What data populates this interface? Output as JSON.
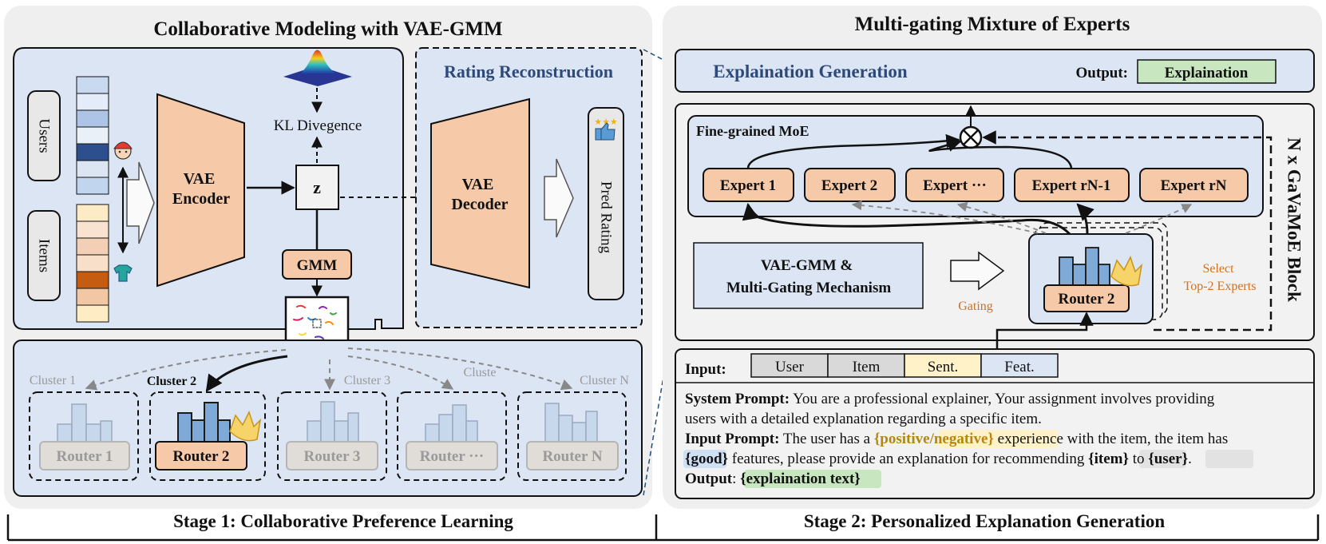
{
  "stage1": {
    "title": "Collaborative Modeling with VAE-GMM",
    "footer": "Stage 1: Collaborative Preference Learning",
    "inputs": {
      "users": "Users",
      "items": "Items"
    },
    "encoder": [
      "VAE",
      "Encoder"
    ],
    "decoder": [
      "VAE",
      "Decoder"
    ],
    "kl": "KL Divegence",
    "z": "z",
    "gmm": "GMM",
    "rating_title": "Rating Reconstruction",
    "pred_rating": "Pred Rating",
    "clusters": [
      {
        "label": "Cluster 1",
        "router": "Router 1",
        "active": false
      },
      {
        "label": "Cluster 2",
        "router": "Router 2",
        "active": true
      },
      {
        "label": "Cluster 3",
        "router": "Router 3",
        "active": false
      },
      {
        "label": "Cluste",
        "router": "Router ···",
        "active": false
      },
      {
        "label": "Cluster N",
        "router": "Router N",
        "active": false
      }
    ]
  },
  "stage2": {
    "title": "Multi-gating Mixture of Experts",
    "footer": "Stage 2: Personalized Explanation Generation",
    "explanation_generation": "Explaination Generation",
    "output_label": "Output:",
    "output_value": "Explaination",
    "block_label": "N x GaVaMoE Block",
    "moe_label": "Fine-grained MoE",
    "experts": [
      "Expert 1",
      "Expert 2",
      "Expert ···",
      "Expert rN-1",
      "Expert rN"
    ],
    "mechanism": [
      "VAE-GMM &",
      "Multi-Gating Mechanism"
    ],
    "gating": "Gating",
    "router": "Router 2",
    "select": [
      "Select",
      "Top-2 Experts"
    ],
    "input_label": "Input:",
    "input_fields": [
      "User",
      "Item",
      "Sent.",
      "Feat."
    ],
    "system_prompt_label": "System Prompt:",
    "system_prompt_line1": "You are a professional explainer, Your assignment involves providing",
    "system_prompt_line2": "users with a detailed explanation regarding a specific item.",
    "input_prompt_label": "Input Prompt:",
    "input_prompt_p1": "The user has a",
    "input_prompt_h1": "{positive/negative}",
    "input_prompt_p2": "experience with the item, the item has",
    "input_prompt_h2": "{good}",
    "input_prompt_p3": "features, please provide an explanation for recommending",
    "input_prompt_h3": "{item}",
    "input_prompt_p4": "to",
    "input_prompt_h4": "{user}",
    "input_prompt_p5": ".",
    "output_prompt_label": "Output",
    "output_prompt_colon": ":",
    "output_prompt_value": "{explaination text}"
  },
  "colors": {
    "panel_bg": "#efefef",
    "blue_bg": "#dbe5f4",
    "salmon": "#f6c9a8",
    "green": "#c8e6bf",
    "dark_blue_text": "#2d4a7a",
    "orange_text": "#d07020",
    "gray_text": "#9a9a9a",
    "yellow": "#fff2c9"
  }
}
